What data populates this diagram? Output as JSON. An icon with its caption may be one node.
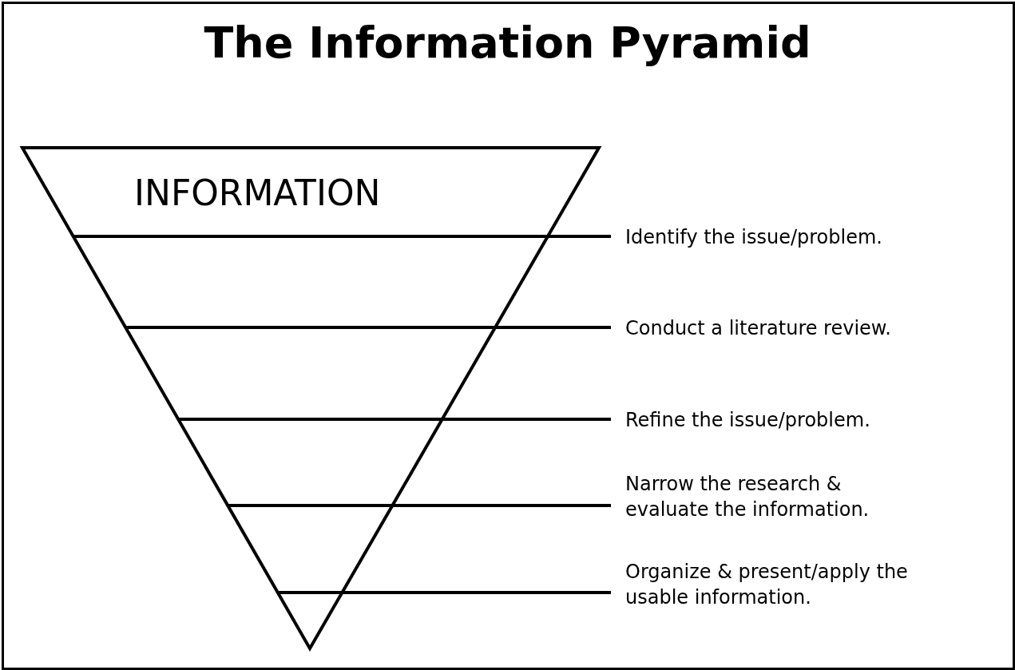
{
  "diagram": {
    "title": "The Information Pyramid",
    "labels": [
      "INFORMATION",
      "Identify the issue/problem.",
      "Conduct a literature review.",
      "Refine the issue/problem.",
      "Narrow the research & evaluate the information.",
      "Organize & present/apply the usable information."
    ]
  }
}
